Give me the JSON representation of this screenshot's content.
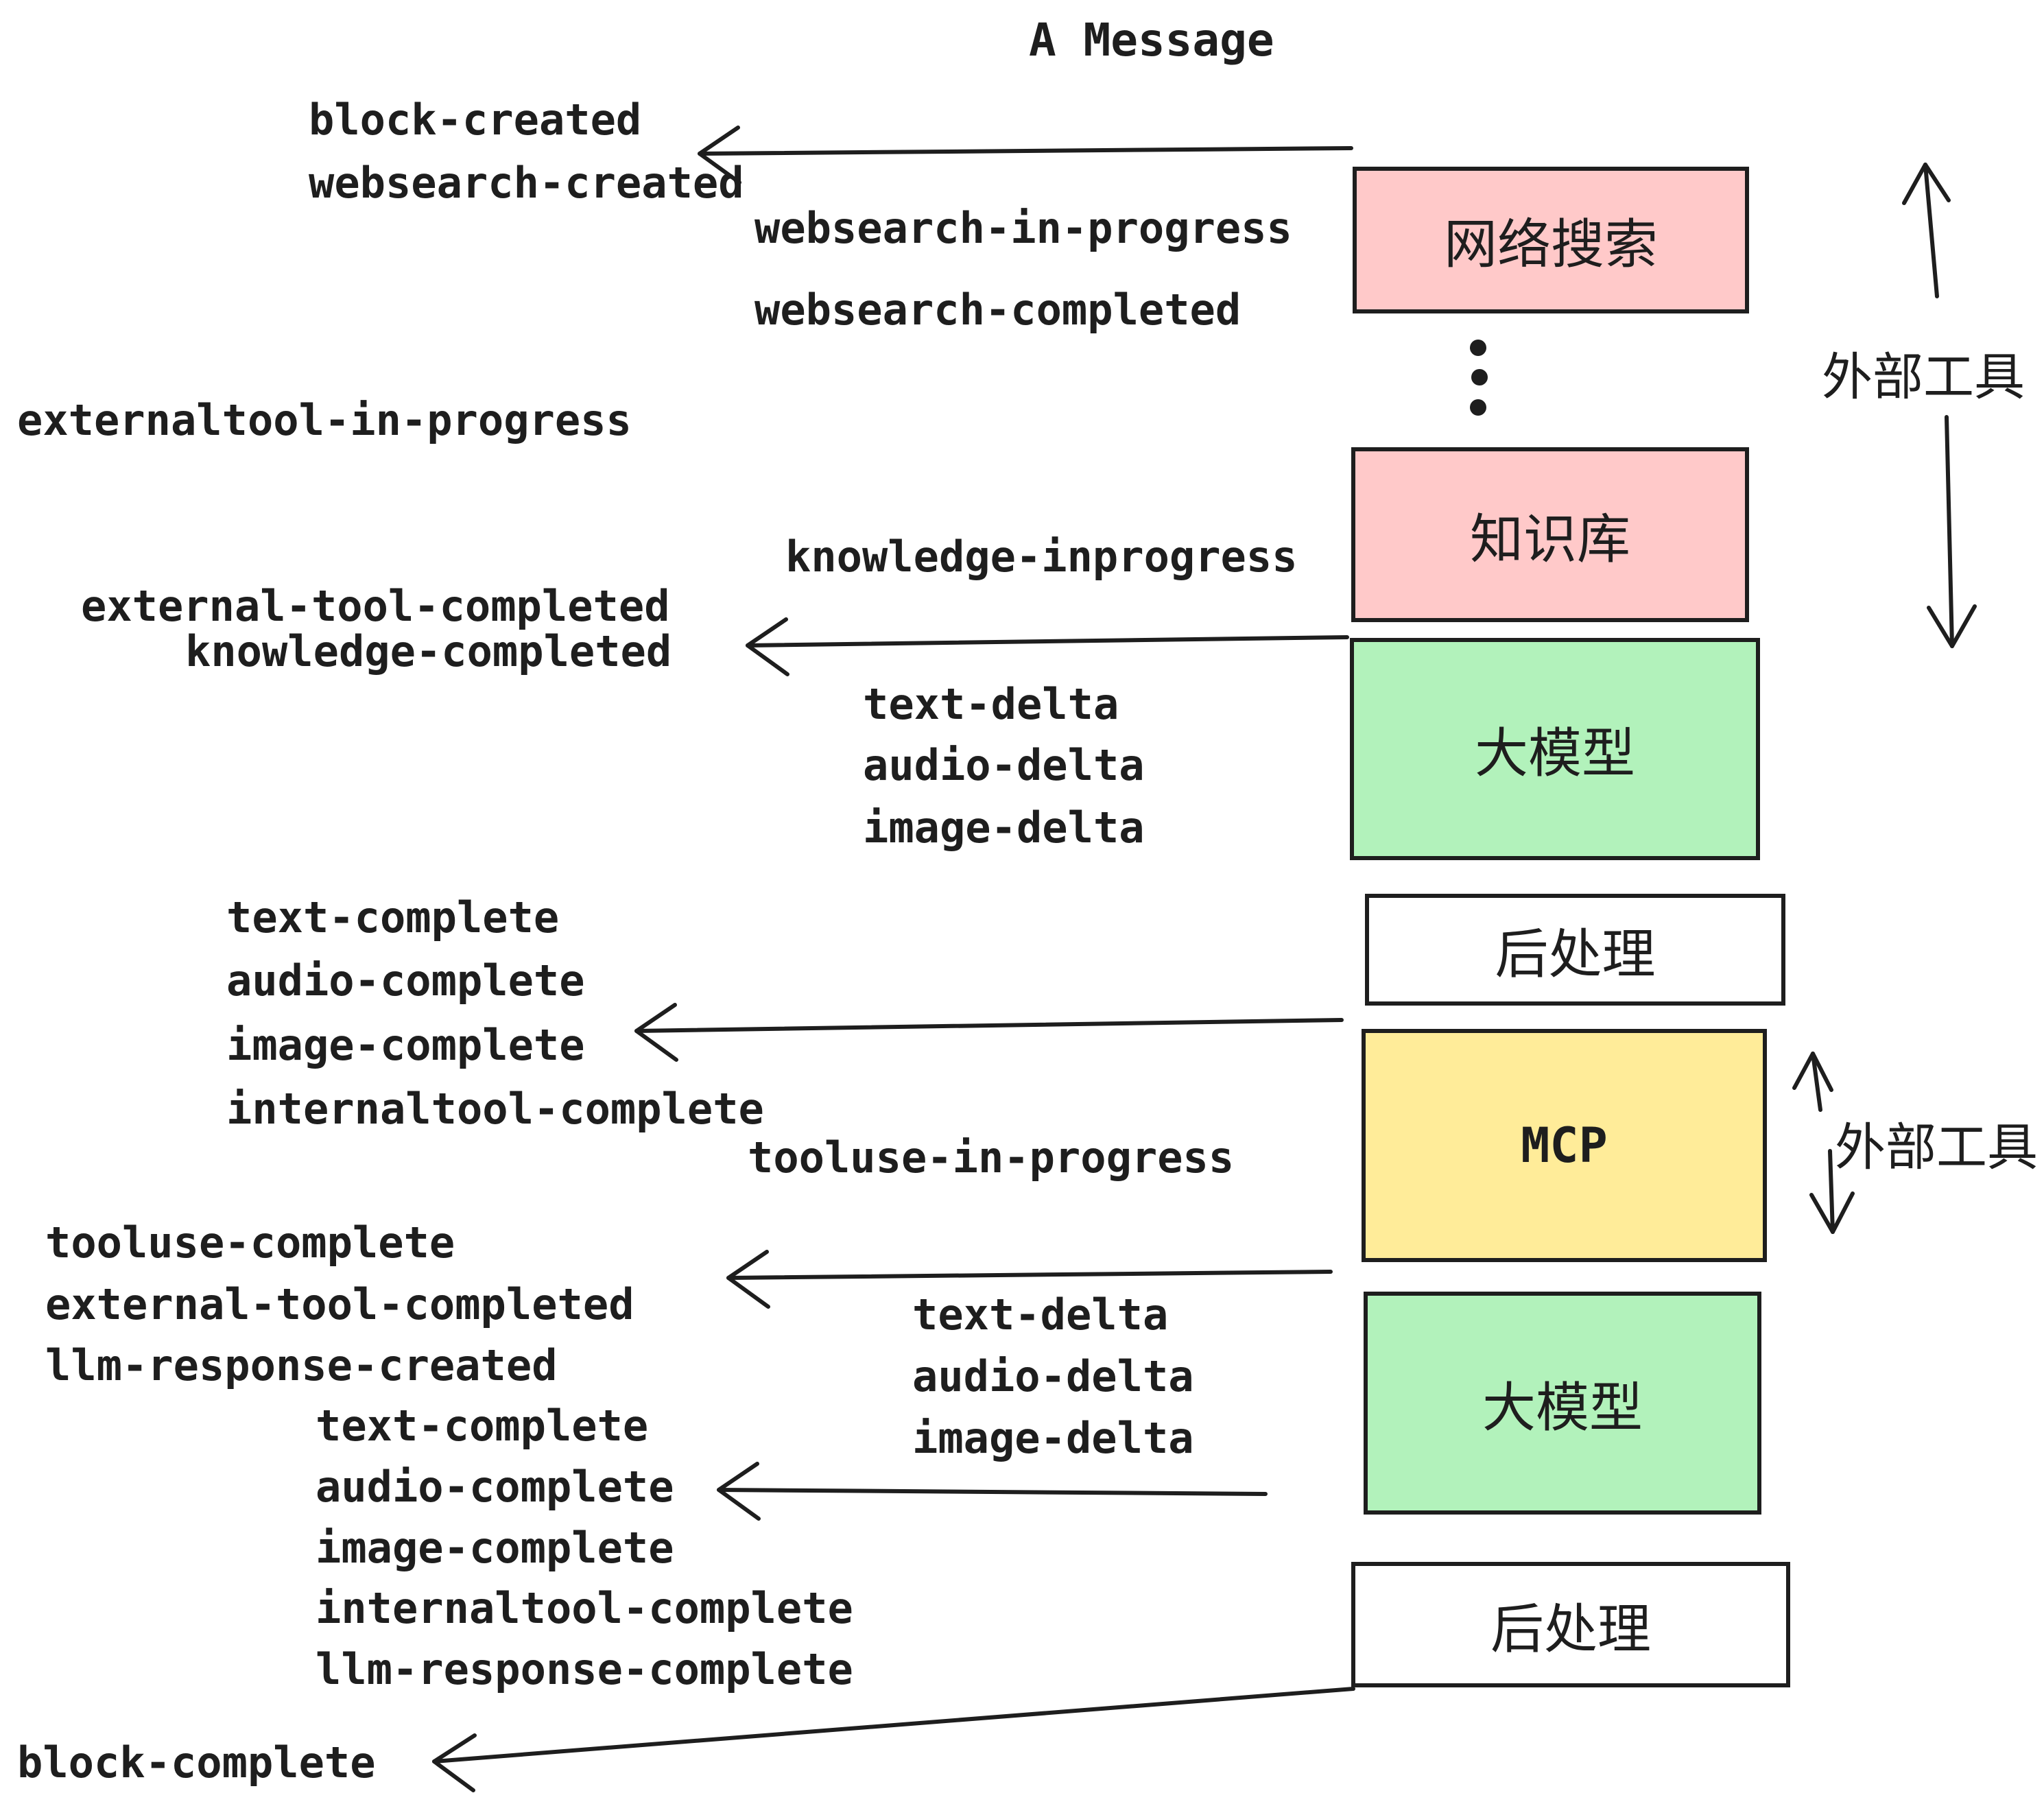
{
  "title": "A Message",
  "colors": {
    "ink": "#1e1e1e",
    "pink": "#ffc9c9",
    "green": "#b2f2bb",
    "yellow": "#ffec99",
    "white": "#ffffff"
  },
  "events": [
    "block-created",
    "websearch-created",
    "websearch-in-progress",
    "websearch-completed",
    "externaltool-in-progress",
    "knowledge-inprogress",
    "external-tool-completed",
    "knowledge-completed",
    "text-delta",
    "audio-delta",
    "image-delta",
    "text-complete",
    "audio-complete",
    "image-complete",
    "internaltool-complete",
    "tooluse-in-progress",
    "tooluse-complete",
    "external-tool-completed",
    "llm-response-created",
    "text-complete",
    "audio-complete",
    "image-complete",
    "internaltool-complete",
    "llm-response-complete",
    "text-delta",
    "audio-delta",
    "image-delta",
    "block-complete"
  ],
  "boxes": [
    {
      "label": "网络搜索",
      "color": "#ffc9c9"
    },
    {
      "label": "知识库",
      "color": "#ffc9c9"
    },
    {
      "label": "大模型",
      "color": "#b2f2bb"
    },
    {
      "label": "后处理",
      "color": "#ffffff"
    },
    {
      "label": "MCP",
      "color": "#ffec99"
    },
    {
      "label": "大模型",
      "color": "#b2f2bb"
    },
    {
      "label": "后处理",
      "color": "#ffffff"
    }
  ],
  "side_labels": [
    "外部工具",
    "外部工具"
  ]
}
